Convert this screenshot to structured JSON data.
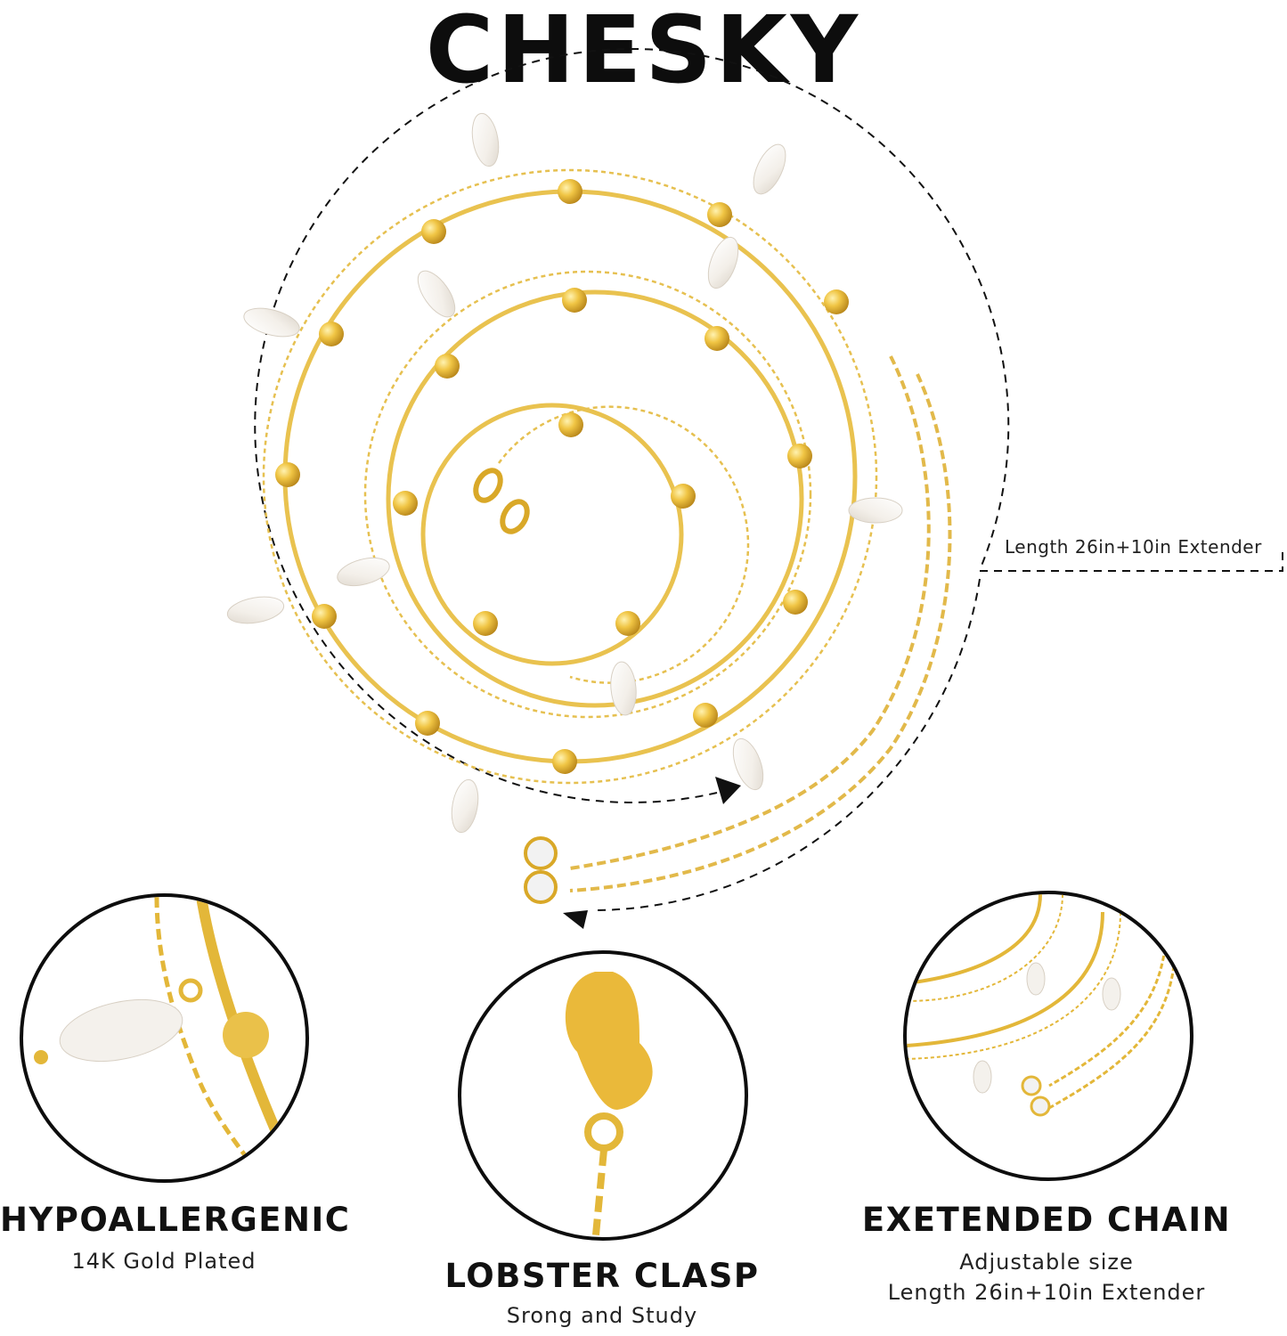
{
  "brand": "CHESKY",
  "length_label": "Length 26in+10in Extender",
  "features": [
    {
      "title": "HYPOALLERGENIC",
      "lines": [
        "14K Gold Plated"
      ]
    },
    {
      "title": "LOBSTER CLASP",
      "lines": [
        "Srong and Study"
      ]
    },
    {
      "title": "EXETENDED CHAIN",
      "lines": [
        "Adjustable size",
        "Length 26in+10in Extender"
      ]
    }
  ],
  "colors": {
    "gold": "#e0b53a",
    "gold_light": "#f3d46f",
    "pearl": "#f4f1ec",
    "ink": "#0d0d0d"
  }
}
